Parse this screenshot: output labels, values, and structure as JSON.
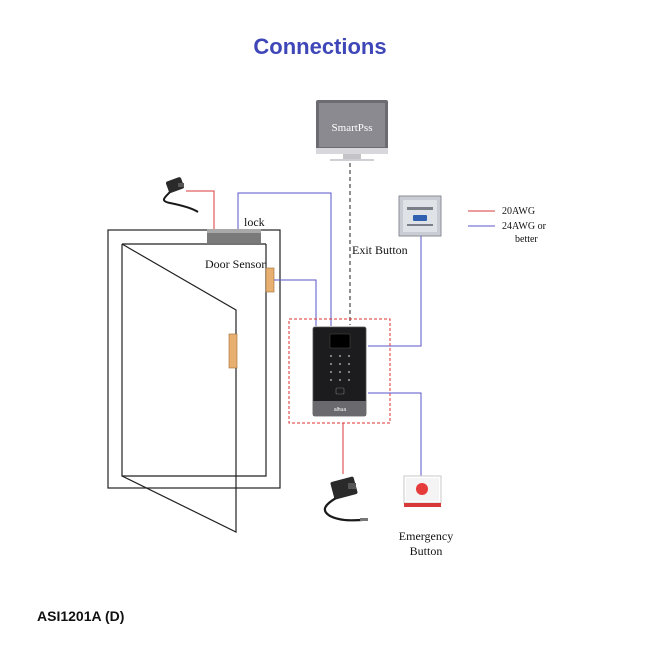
{
  "title": "Connections",
  "model": "ASI1201A (D)",
  "labels": {
    "smartpss": "SmartPss",
    "lock": "lock",
    "door_sensor": "Door Sensor",
    "exit_button": "Exit Button",
    "emergency_line1": "Emergency",
    "emergency_line2": "Button",
    "device_brand": "alhua"
  },
  "legend": {
    "red_wire_label": "20AWG",
    "blue_wire_label_line1": "24AWG or",
    "blue_wire_label_line2": "better"
  },
  "colors": {
    "title": "#3f47b8",
    "power_wire": "#d83a3a",
    "signal_wire": "#5a55c8",
    "dashed_box": "#e03030",
    "door_contacts": "#e8b070",
    "emergency_button": "#e63b3b"
  },
  "icons": {
    "computer": "monitor-icon",
    "power_adapter": "power-adapter-icon",
    "exit_button": "exit-button-icon",
    "emergency_button": "emergency-button-icon",
    "access_device": "keypad-reader-icon"
  }
}
